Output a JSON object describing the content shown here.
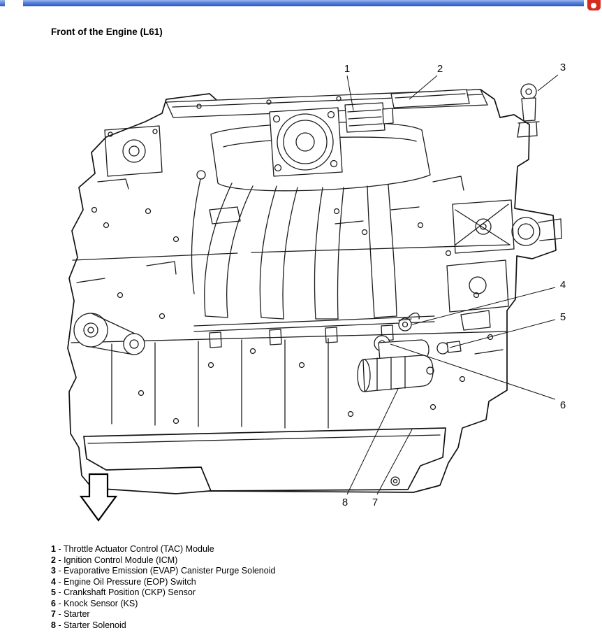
{
  "chrome": {
    "topbar_color": "#2a57c0",
    "red_icon_color": "#d52b1e",
    "red_icon_name": "red-app-icon"
  },
  "page": {
    "title": "Front of the Engine (L61)"
  },
  "diagram": {
    "type": "engine-front-view-line-drawing",
    "front_arrow_icon": "down-arrow",
    "callouts": [
      "1",
      "2",
      "3",
      "4",
      "5",
      "6",
      "7",
      "8"
    ]
  },
  "legend": {
    "separator": " - ",
    "items": [
      {
        "num": "1",
        "label": "Throttle Actuator Control (TAC) Module"
      },
      {
        "num": "2",
        "label": "Ignition Control Module (ICM)"
      },
      {
        "num": "3",
        "label": "Evaporative Emission (EVAP) Canister Purge Solenoid"
      },
      {
        "num": "4",
        "label": "Engine Oil Pressure (EOP) Switch"
      },
      {
        "num": "5",
        "label": "Crankshaft Position (CKP) Sensor"
      },
      {
        "num": "6",
        "label": "Knock Sensor (KS)"
      },
      {
        "num": "7",
        "label": "Starter"
      },
      {
        "num": "8",
        "label": "Starter Solenoid"
      }
    ]
  }
}
